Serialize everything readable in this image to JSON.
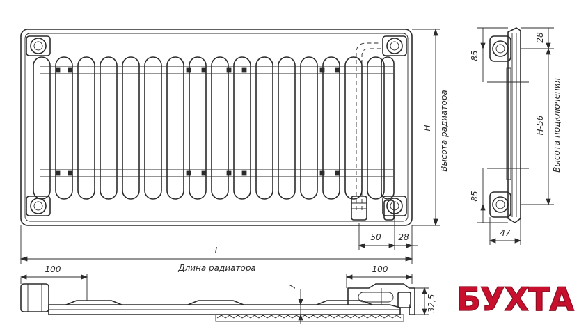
{
  "front_view": {
    "height_label": "H",
    "height_caption": "Высота радиатора",
    "connection_offset_label": "50",
    "connection_edge_label": "28",
    "length_label": "L",
    "length_caption": "Длина радиатора"
  },
  "side_view": {
    "top_offset_label": "28",
    "upper_port_label": "85",
    "lower_port_label": "85",
    "connection_height_label": "H-56",
    "connection_height_caption": "Высота подключения",
    "depth_label": "47"
  },
  "top_view": {
    "left_offset_label": "100",
    "right_offset_label": "100",
    "gap_label": "7",
    "depth_label": "32,5"
  },
  "logo": {
    "text": "БУХТА",
    "color": "#c8102e"
  },
  "colors": {
    "line": "#2b2b2b",
    "background": "#ffffff"
  }
}
